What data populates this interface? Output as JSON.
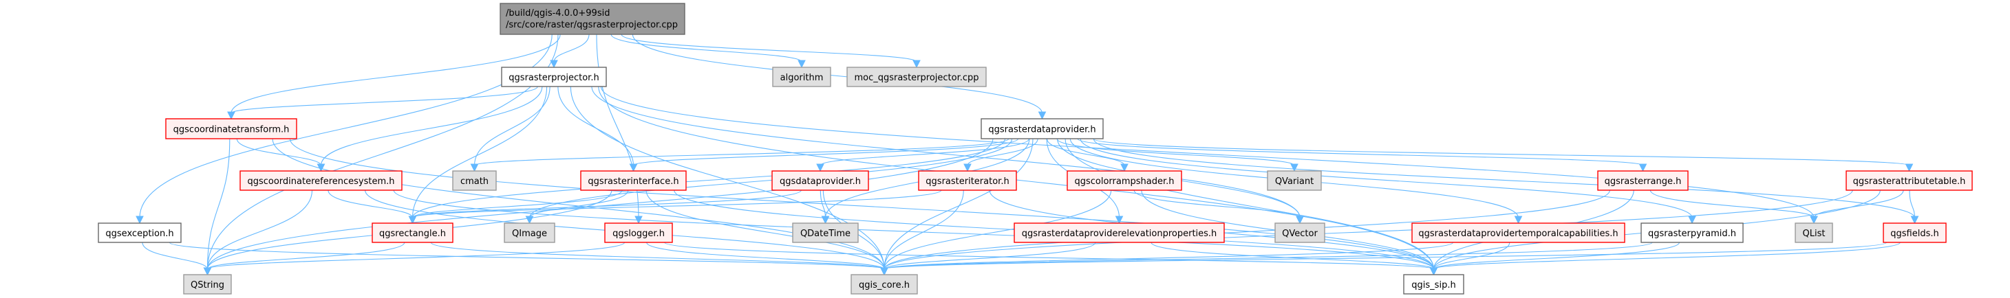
{
  "diagram": {
    "type": "include-dependency-graph",
    "colors": {
      "edge": "#63b8ff",
      "root_fill": "#999999",
      "root_border": "#666666",
      "file_fill": "#ffffff",
      "file_border": "#666666",
      "incomplete_fill": "#fff0f0",
      "incomplete_border": "#ff0000",
      "external_fill": "#e0e0e0",
      "external_border": "#999999"
    },
    "nodes": [
      {
        "id": "root",
        "kind": "root",
        "lines": [
          "/build/qgis-4.0.0+99sid",
          "/src/core/raster/qgsrasterprojector.cpp"
        ]
      },
      {
        "id": "rasterprojector_h",
        "kind": "plain",
        "lines": [
          "qgsrasterprojector.h"
        ]
      },
      {
        "id": "algorithm",
        "kind": "ext",
        "lines": [
          "algorithm"
        ]
      },
      {
        "id": "moc",
        "kind": "ext",
        "lines": [
          "moc_qgsrasterprojector.cpp"
        ]
      },
      {
        "id": "coordtransform",
        "kind": "red",
        "lines": [
          "qgscoordinatetransform.h"
        ]
      },
      {
        "id": "rasterdataprovider",
        "kind": "plain",
        "lines": [
          "qgsrasterdataprovider.h"
        ]
      },
      {
        "id": "crs",
        "kind": "red",
        "lines": [
          "qgscoordinatereferencesystem.h"
        ]
      },
      {
        "id": "cmath",
        "kind": "ext",
        "lines": [
          "cmath"
        ]
      },
      {
        "id": "rasterinterface",
        "kind": "red",
        "lines": [
          "qgsrasterinterface.h"
        ]
      },
      {
        "id": "dataprovider",
        "kind": "red",
        "lines": [
          "qgsdataprovider.h"
        ]
      },
      {
        "id": "rasteriterator",
        "kind": "red",
        "lines": [
          "qgsrasteriterator.h"
        ]
      },
      {
        "id": "colorrampshader",
        "kind": "red",
        "lines": [
          "qgscolorrampshader.h"
        ]
      },
      {
        "id": "qvariant",
        "kind": "ext",
        "lines": [
          "QVariant"
        ]
      },
      {
        "id": "rasterrange",
        "kind": "red",
        "lines": [
          "qgsrasterrange.h"
        ]
      },
      {
        "id": "attributetable",
        "kind": "red",
        "lines": [
          "qgsrasterattributetable.h"
        ]
      },
      {
        "id": "exception",
        "kind": "plain",
        "lines": [
          "qgsexception.h"
        ]
      },
      {
        "id": "rectangle",
        "kind": "red",
        "lines": [
          "qgsrectangle.h"
        ]
      },
      {
        "id": "qimage",
        "kind": "ext",
        "lines": [
          "QImage"
        ]
      },
      {
        "id": "logger",
        "kind": "red",
        "lines": [
          "qgslogger.h"
        ]
      },
      {
        "id": "qdatetime",
        "kind": "ext",
        "lines": [
          "QDateTime"
        ]
      },
      {
        "id": "elevation",
        "kind": "red",
        "lines": [
          "qgsrasterdataproviderelevationproperties.h"
        ]
      },
      {
        "id": "qvector",
        "kind": "ext",
        "lines": [
          "QVector"
        ]
      },
      {
        "id": "temporal",
        "kind": "red",
        "lines": [
          "qgsrasterdataprovidertemporalcapabilities.h"
        ]
      },
      {
        "id": "pyramid",
        "kind": "plain",
        "lines": [
          "qgsrasterpyramid.h"
        ]
      },
      {
        "id": "qlist",
        "kind": "ext",
        "lines": [
          "QList"
        ]
      },
      {
        "id": "fields",
        "kind": "red",
        "lines": [
          "qgsfields.h"
        ]
      },
      {
        "id": "qstring",
        "kind": "ext",
        "lines": [
          "QString"
        ]
      },
      {
        "id": "qgis_core",
        "kind": "ext",
        "lines": [
          "qgis_core.h"
        ]
      },
      {
        "id": "qgis_sip",
        "kind": "plain",
        "lines": [
          "qgis_sip.h"
        ]
      }
    ],
    "edges": [
      [
        "root",
        "rasterprojector_h"
      ],
      [
        "root",
        "algorithm"
      ],
      [
        "root",
        "moc"
      ],
      [
        "root",
        "coordtransform"
      ],
      [
        "root",
        "rasterdataprovider"
      ],
      [
        "root",
        "exception"
      ],
      [
        "root",
        "logger"
      ],
      [
        "root",
        "qstring"
      ],
      [
        "rasterprojector_h",
        "coordtransform"
      ],
      [
        "rasterprojector_h",
        "crs"
      ],
      [
        "rasterprojector_h",
        "cmath"
      ],
      [
        "rasterprojector_h",
        "rasterinterface"
      ],
      [
        "rasterprojector_h",
        "rectangle"
      ],
      [
        "rasterprojector_h",
        "qgis_core"
      ],
      [
        "rasterprojector_h",
        "qgis_sip"
      ],
      [
        "rasterprojector_h",
        "qvector"
      ],
      [
        "rasterprojector_h",
        "qlist"
      ],
      [
        "coordtransform",
        "crs"
      ],
      [
        "coordtransform",
        "qstring"
      ],
      [
        "coordtransform",
        "qgis_core"
      ],
      [
        "coordtransform",
        "qgis_sip"
      ],
      [
        "crs",
        "rectangle"
      ],
      [
        "crs",
        "qstring"
      ],
      [
        "crs",
        "qgis_core"
      ],
      [
        "crs",
        "qgis_sip"
      ],
      [
        "rasterdataprovider",
        "cmath"
      ],
      [
        "rasterdataprovider",
        "rasterinterface"
      ],
      [
        "rasterdataprovider",
        "dataprovider"
      ],
      [
        "rasterdataprovider",
        "rasteriterator"
      ],
      [
        "rasterdataprovider",
        "colorrampshader"
      ],
      [
        "rasterdataprovider",
        "qvariant"
      ],
      [
        "rasterdataprovider",
        "rasterrange"
      ],
      [
        "rasterdataprovider",
        "attributetable"
      ],
      [
        "rasterdataprovider",
        "rectangle"
      ],
      [
        "rasterdataprovider",
        "qimage"
      ],
      [
        "rasterdataprovider",
        "qdatetime"
      ],
      [
        "rasterdataprovider",
        "elevation"
      ],
      [
        "rasterdataprovider",
        "qvector"
      ],
      [
        "rasterdataprovider",
        "temporal"
      ],
      [
        "rasterdataprovider",
        "pyramid"
      ],
      [
        "rasterdataprovider",
        "fields"
      ],
      [
        "rasterdataprovider",
        "qstring"
      ],
      [
        "rasterdataprovider",
        "qgis_core"
      ],
      [
        "rasterdataprovider",
        "qgis_sip"
      ],
      [
        "rasterinterface",
        "rectangle"
      ],
      [
        "rasterinterface",
        "qimage"
      ],
      [
        "rasterinterface",
        "qstring"
      ],
      [
        "rasterinterface",
        "qgis_core"
      ],
      [
        "rasterinterface",
        "qgis_sip"
      ],
      [
        "dataprovider",
        "qdatetime"
      ],
      [
        "dataprovider",
        "qgis_core"
      ],
      [
        "dataprovider",
        "rectangle"
      ],
      [
        "rasteriterator",
        "rectangle"
      ],
      [
        "rasteriterator",
        "qgis_core"
      ],
      [
        "rasteriterator",
        "qgis_sip"
      ],
      [
        "colorrampshader",
        "qvector"
      ],
      [
        "colorrampshader",
        "qgis_core"
      ],
      [
        "colorrampshader",
        "qgis_sip"
      ],
      [
        "rasterrange",
        "qlist"
      ],
      [
        "rasterrange",
        "qgis_core"
      ],
      [
        "rasterrange",
        "qgis_sip"
      ],
      [
        "attributetable",
        "fields"
      ],
      [
        "attributetable",
        "qlist"
      ],
      [
        "attributetable",
        "qgis_core"
      ],
      [
        "attributetable",
        "qgis_sip"
      ],
      [
        "exception",
        "qstring"
      ],
      [
        "exception",
        "qgis_core"
      ],
      [
        "rectangle",
        "qstring"
      ],
      [
        "rectangle",
        "qgis_core"
      ],
      [
        "logger",
        "qstring"
      ],
      [
        "logger",
        "qgis_core"
      ],
      [
        "logger",
        "qgis_sip"
      ],
      [
        "elevation",
        "qgis_core"
      ],
      [
        "elevation",
        "qgis_sip"
      ],
      [
        "temporal",
        "qgis_core"
      ],
      [
        "temporal",
        "qgis_sip"
      ],
      [
        "pyramid",
        "qgis_core"
      ],
      [
        "pyramid",
        "qgis_sip"
      ],
      [
        "fields",
        "qgis_core"
      ],
      [
        "fields",
        "qgis_sip"
      ]
    ]
  }
}
